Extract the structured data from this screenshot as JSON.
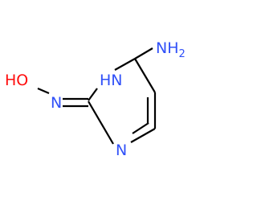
{
  "molecule": {
    "atoms": {
      "ring_n_top": {
        "element": "N",
        "h_label": "H"
      },
      "ring_n_bottom": {
        "element": "N"
      },
      "exo_n": {
        "element": "N"
      },
      "oxygen": {
        "element": "O",
        "h_label": "H"
      },
      "amino": {
        "element": "N",
        "h_label": "H",
        "h_count": "2"
      }
    },
    "colors": {
      "nitrogen": "#3050F8",
      "oxygen": "#FF0D0D",
      "bond": "#000000",
      "background": "#FFFFFF"
    }
  }
}
